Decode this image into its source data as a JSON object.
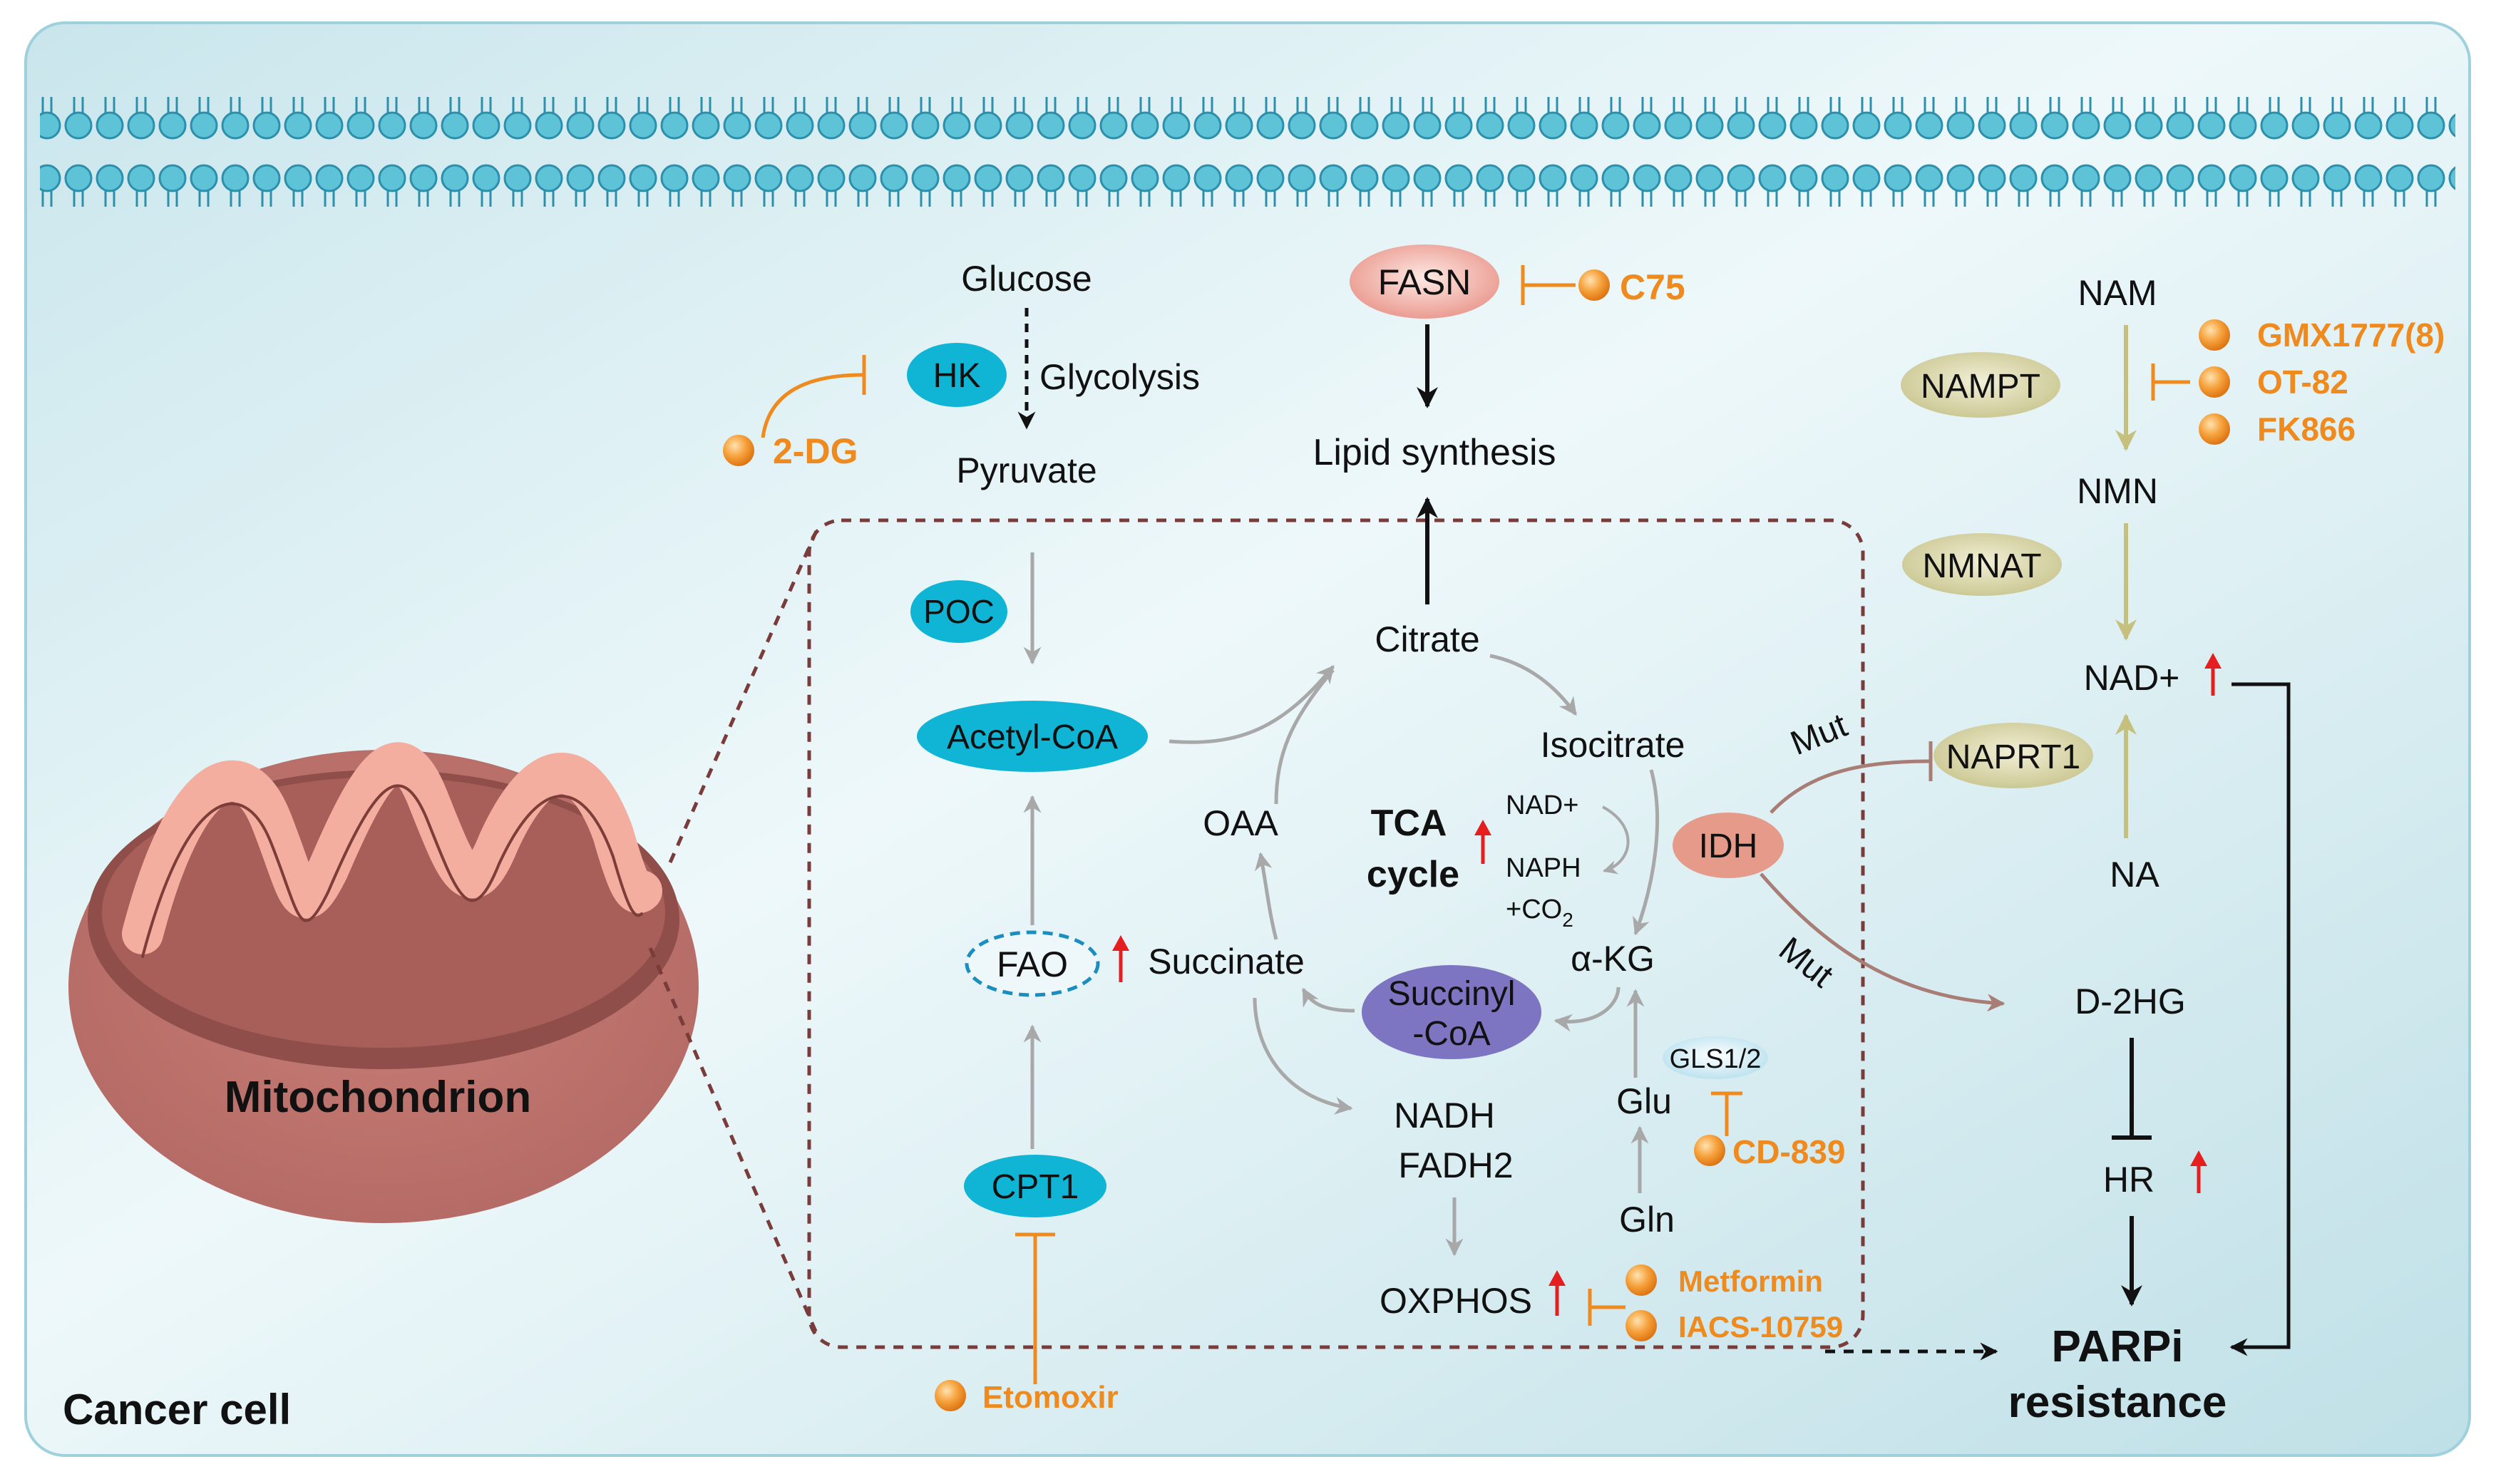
{
  "cell_label": "Cancer cell",
  "organelle_label": "Mitochondrion",
  "glycolysis": {
    "glucose": "Glucose",
    "enzyme": "HK",
    "process": "Glycolysis",
    "pyruvate": "Pyruvate",
    "inhibitor": "2-DG"
  },
  "lipid": {
    "enzyme": "FASN",
    "inhibitor": "C75",
    "product": "Lipid synthesis"
  },
  "mito": {
    "poc": "POC",
    "acetyl_coa": "Acetyl-CoA",
    "fao": "FAO",
    "cpt1": "CPT1",
    "cpt1_inhibitor": "Etomoxir",
    "citrate": "Citrate",
    "isocitrate": "Isocitrate",
    "oaa": "OAA",
    "tca_line1": "TCA",
    "tca_line2": "cycle",
    "nad_plus": "NAD+",
    "naph": "NAPH",
    "co2": "+CO",
    "co2_sub": "2",
    "akg": "α-KG",
    "succinate": "Succinate",
    "succinyl_line1": "Succinyl",
    "succinyl_line2": "-CoA",
    "nadh": "NADH",
    "fadh2": "FADH2",
    "oxphos": "OXPHOS",
    "oxphos_inhibitors": [
      "Metformin",
      "IACS-10759"
    ],
    "gls": "GLS1/2",
    "gls_inhibitor": "CD-839",
    "glu": "Glu",
    "gln": "Gln"
  },
  "idh": {
    "enzyme": "IDH",
    "mut_label_top": "Mut",
    "mut_label_bottom": "Mut"
  },
  "nad_pathway": {
    "nam": "NAM",
    "nampt": "NAMPT",
    "nampt_inhibitors": [
      "GMX1777(8)",
      "OT-82",
      "FK866"
    ],
    "nmn": "NMN",
    "nmnat": "NMNAT",
    "nad_plus": "NAD+",
    "naprt1": "NAPRT1",
    "na": "NA"
  },
  "resistance": {
    "d2hg": "D-2HG",
    "hr": "HR",
    "parpi_line1": "PARPi",
    "parpi_line2": "resistance"
  },
  "colors": {
    "cyan_enzyme": "#10b4d4",
    "purple_enzyme": "#7d75c1",
    "olive_enzyme": "#d6d3a5",
    "salmon_enzyme": "#e59a8a",
    "drug_orange": "#ef8a1e",
    "up_arrow_red": "#e51f1f",
    "dashed_brown": "#7a3b3b"
  }
}
